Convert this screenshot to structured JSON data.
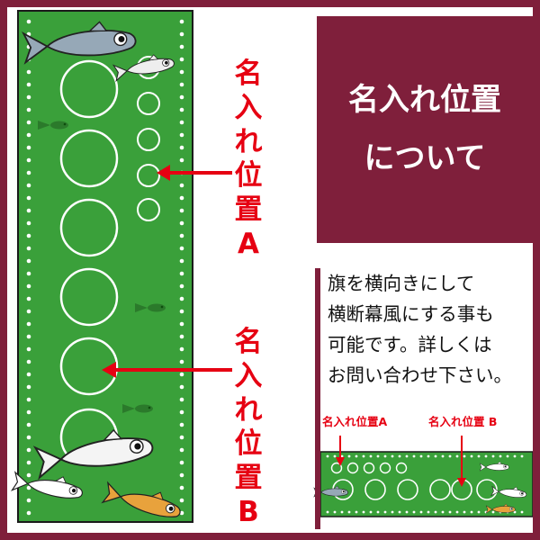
{
  "title": {
    "line1": "名入れ位置",
    "line2": "について"
  },
  "position_a_label": "名入れ位置A",
  "position_b_label": "名入れ位置B",
  "description": [
    "旗を横向きにして",
    "横断幕風にする事も",
    "可能です。詳しくは",
    "お問い合わせ下さい。"
  ],
  "horizontal_example": {
    "label_a": "名入れ位置A",
    "label_b": "名入れ位置 B"
  },
  "colors": {
    "brand": "#7f1f3b",
    "flag_green": "#3aa03a",
    "accent_red": "#e60012",
    "text": "#111111"
  },
  "icons": [
    "medaka-fish-icon",
    "arrow-right-icon",
    "arrow-down-icon"
  ]
}
